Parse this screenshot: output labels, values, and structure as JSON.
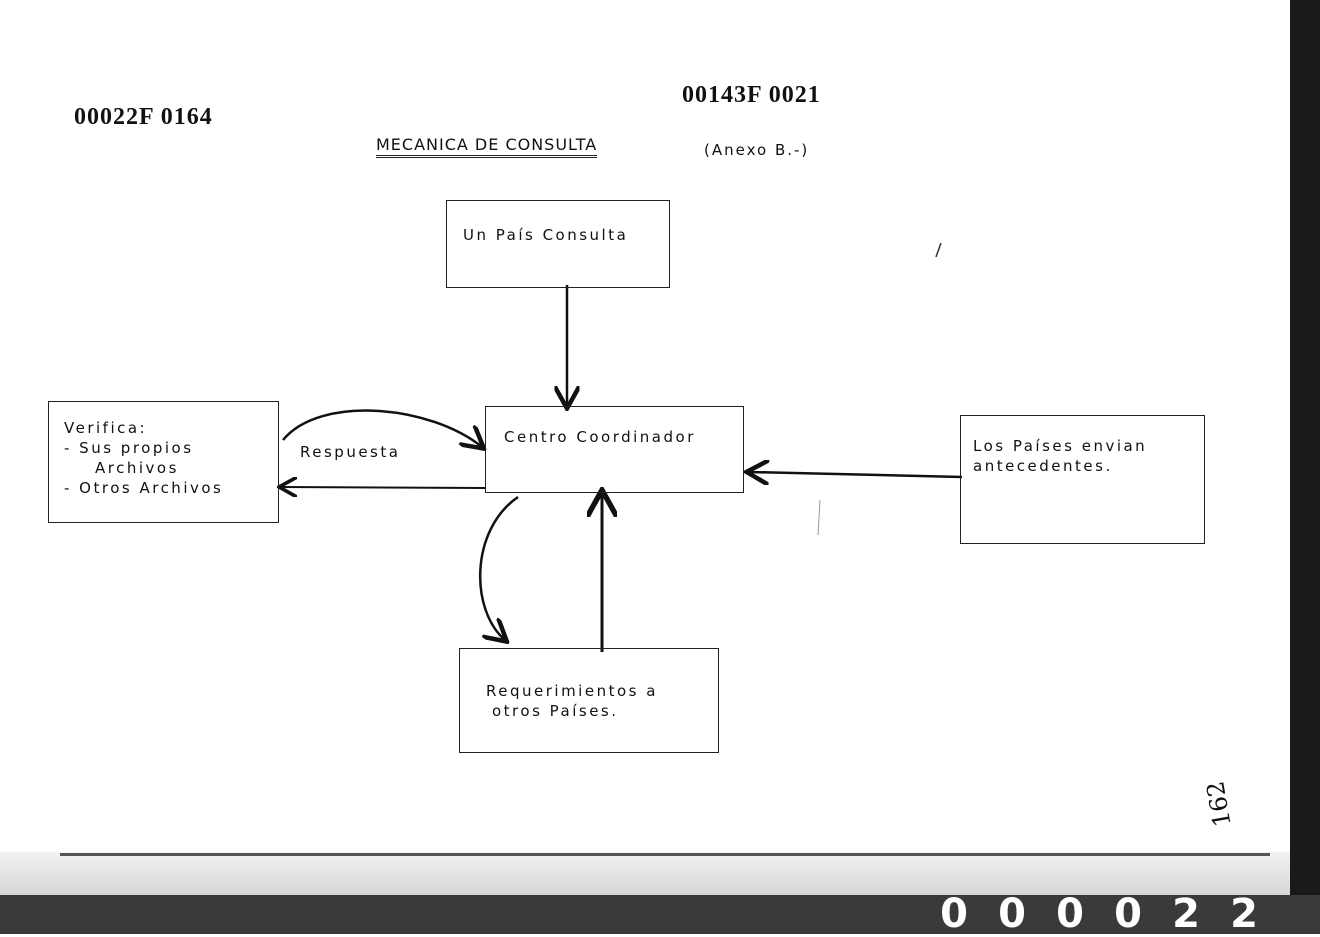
{
  "stamps": {
    "left": "00022F 0164",
    "right": "00143F 0021"
  },
  "title": "MECANICA DE CONSULTA",
  "annex": "(Anexo B.-)",
  "nodes": {
    "consulta": "Un País Consulta",
    "centro": "Centro Coordinador",
    "verifica_title": "Verifica:",
    "verifica_item1": "-  Sus propios",
    "verifica_item1b": "Archivos",
    "verifica_item2": "-  Otros Archivos",
    "paises_line1": "Los Países envian",
    "paises_line2": "antecedentes.",
    "req_line1": "Requerimientos a",
    "req_line2": "otros Países."
  },
  "edge_labels": {
    "respuesta": "Respuesta"
  },
  "handwritten_page": "162",
  "document_number": [
    "0",
    "0",
    "0",
    "0",
    "2",
    "2"
  ]
}
